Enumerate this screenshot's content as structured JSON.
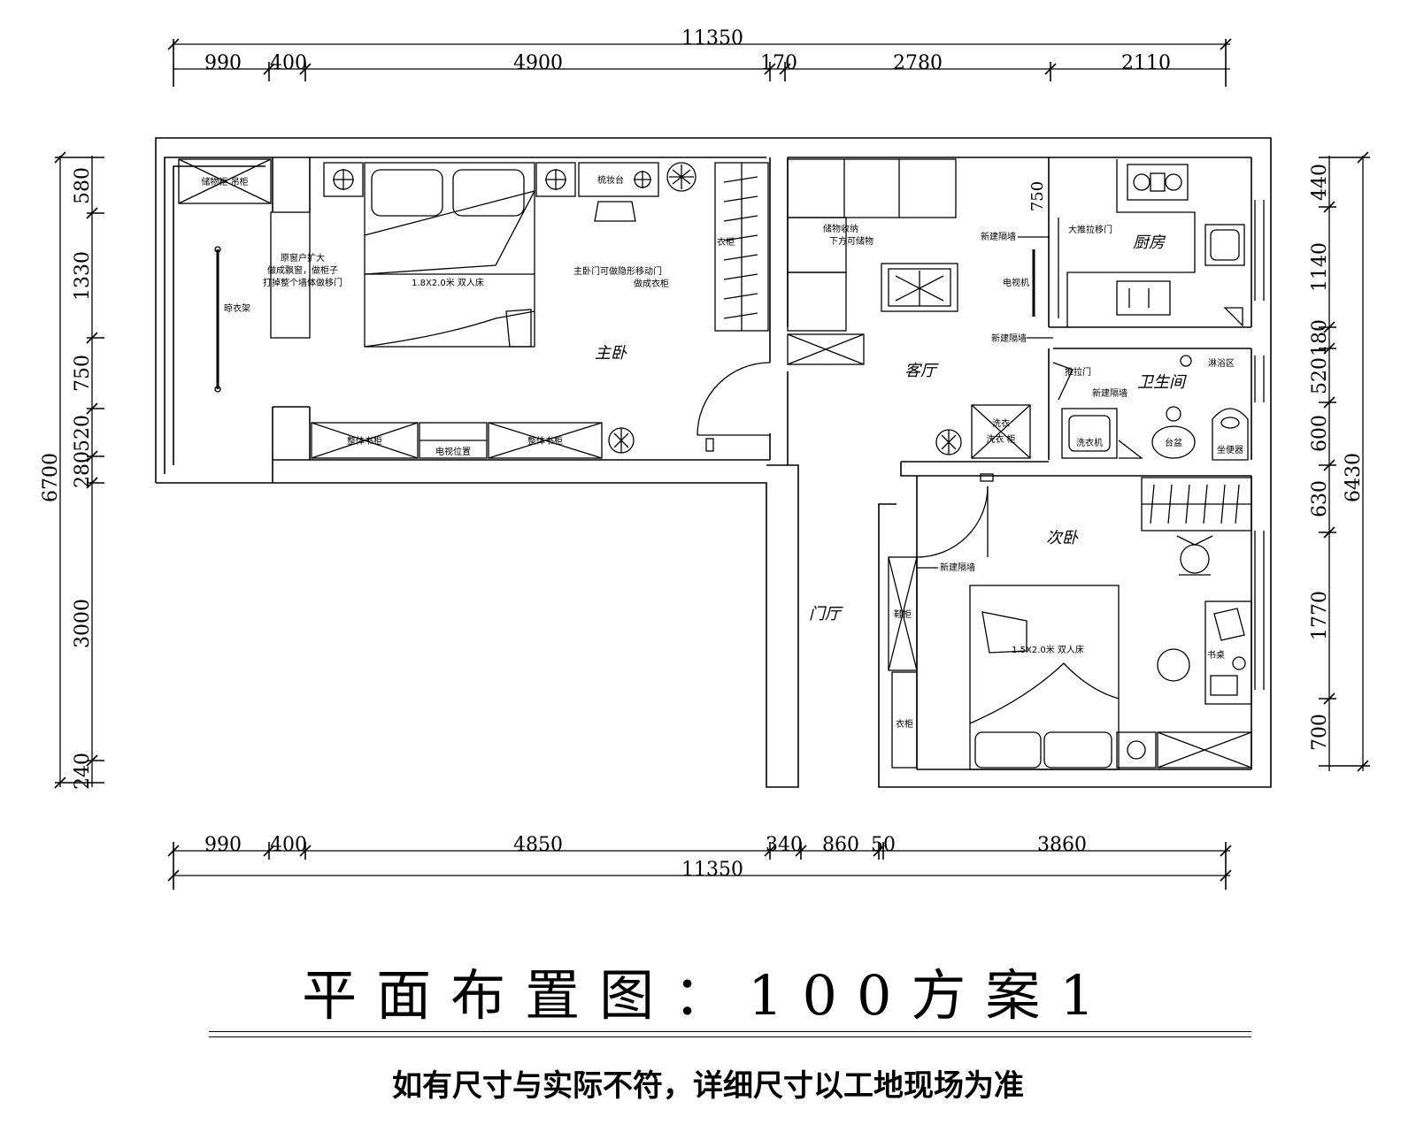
{
  "drawing": {
    "title": "平面布置图：100方案1",
    "subtitle": "如有尺寸与实际不符，详细尺寸以工地现场为准"
  },
  "dimensions": {
    "top_total": "11350",
    "top_segments": [
      "990",
      "400",
      "4900",
      "170",
      "2780",
      "2110"
    ],
    "bottom_total": "11350",
    "bottom_segments": [
      "990",
      "400",
      "4850",
      "340",
      "860",
      "50",
      "3860"
    ],
    "left_total": "6700",
    "left_segments": [
      "580",
      "1330",
      "750",
      "520",
      "280",
      "3000",
      "240"
    ],
    "right_total": "6430",
    "right_segments": [
      "440",
      "1140",
      "180",
      "520",
      "600",
      "630",
      "1770",
      "700"
    ],
    "inner_750": "750"
  },
  "rooms": {
    "master_bedroom": "主卧",
    "living_room": "客厅",
    "kitchen": "厨房",
    "bathroom": "卫生间",
    "second_bedroom": "次卧",
    "foyer": "门厅"
  },
  "notes": {
    "master_bed": "1.8X2.0米 双人床",
    "second_bed": "1.5X2.0米 双人床",
    "master_wardrobe": "衣柜",
    "second_wardrobe": "衣柜",
    "shoe_cabinet": "鞋柜",
    "balcony_rack": "晾衣架",
    "tv_cabinet_1": "整体书柜",
    "tv_cabinet_2": "整体书柜",
    "tv_slot": "电视位置",
    "study_desk": "书桌",
    "desk_top": "梳妆台",
    "laundry": "洗衣机",
    "new_wall_1": "新建隔墙",
    "new_wall_2": "新建隔墙",
    "new_wall_3": "新建隔墙",
    "new_wall_4": "新建隔墙",
    "kitchen_door": "大推拉移门",
    "bath_door": "推拉门",
    "tv_label": "电视机",
    "toilet_label": "坐便器",
    "shower_label": "淋浴区",
    "basin_label": "台盆",
    "wash_label": "洗衣",
    "storage": "储物柜 吊柜",
    "living_note_1": "储物收纳",
    "living_note_2": "下方可储物",
    "window_note_1": "原窗户扩大",
    "window_note_2": "做成飘窗，做柜子",
    "window_note_3": "打掉整个墙体做移门",
    "bedroom_note_1": "主卧门可做隐形移动门",
    "bedroom_note_2": "做成衣柜",
    "cupboard_top": "储物柜 吊柜",
    "wash_cab_1": "洗衣",
    "wash_cab_2": "洗衣 柜"
  }
}
